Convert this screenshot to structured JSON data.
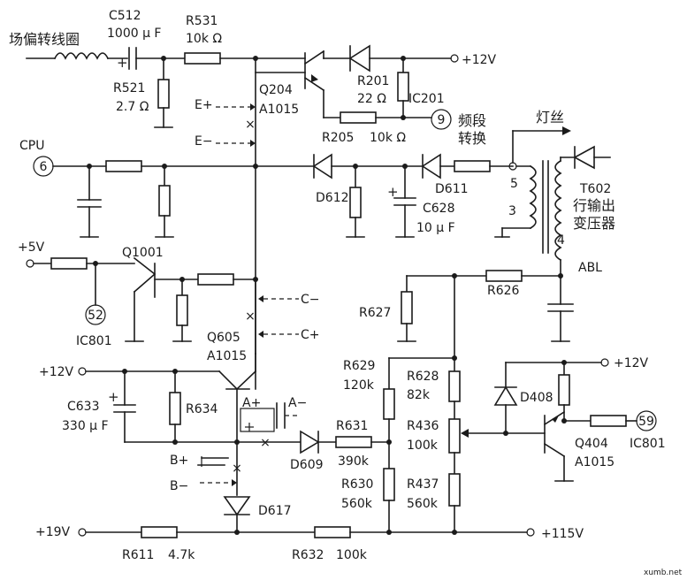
{
  "labels": {
    "yoke_coil": "场偏转线圈",
    "c512": "C512",
    "c512_val": "1000 μ F",
    "r531": "R531",
    "r531_val": "10k Ω",
    "plus12_top": "+12V",
    "r521": "R521",
    "r521_val": "2.7 Ω",
    "e_plus": "E+",
    "e_minus": "E−",
    "q204": "Q204",
    "q204_type": "A1015",
    "r201": "R201",
    "r201_val": "22 Ω",
    "ic201": "IC201",
    "pin9": "9",
    "band_switch_1": "频段",
    "band_switch_2": "转换",
    "r205": "R205",
    "r205_val": "10k Ω",
    "filament": "灯丝",
    "cpu": "CPU",
    "pin6": "6",
    "d612": "D612",
    "d611": "D611",
    "c628": "C628",
    "c628_val": "10 μ F",
    "t602": "T602",
    "t602_desc_1": "行输出",
    "t602_desc_2": "变压器",
    "pin5": "5",
    "pin3": "3",
    "pin4": "4",
    "abl": "ABL",
    "plus5": "+5V",
    "q1001": "Q1001",
    "pin52": "52",
    "ic801_a": "IC801",
    "c_minus": "C−",
    "c_plus": "C+",
    "q605": "Q605",
    "q605_type": "A1015",
    "r627": "R627",
    "r626": "R626",
    "plus12_left": "+12V",
    "r634": "R634",
    "c633": "C633",
    "c633_val": "330 μ F",
    "a_plus": "A+",
    "a_minus": "A−",
    "b_plus": "B+",
    "b_minus": "B−",
    "d609": "D609",
    "r631": "R631",
    "r631_val": "390k",
    "r629": "R629",
    "r629_val": "120k",
    "r628": "R628",
    "r628_val": "82k",
    "r436": "R436",
    "r436_val": "100k",
    "r630": "R630",
    "r630_val": "560k",
    "r437": "R437",
    "r437_val": "560k",
    "d617": "D617",
    "d408": "D408",
    "plus12_right": "+12V",
    "pin59": "59",
    "ic801_b": "IC801",
    "q404": "Q404",
    "q404_type": "A1015",
    "plus19": "+19V",
    "r611": "R611",
    "r611_val": "4.7k",
    "r632": "R632",
    "r632_val": "100k",
    "plus115": "+115V",
    "watermark": "xumb.net"
  }
}
